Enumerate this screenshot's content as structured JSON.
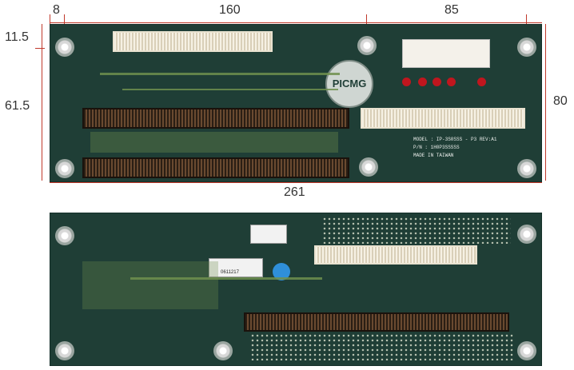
{
  "dimensions": {
    "top_left_margin": "8",
    "top_width_left": "160",
    "top_width_right": "85",
    "left_top": "11.5",
    "left_middle": "61.5",
    "right_height": "80",
    "bottom_width": "261"
  },
  "board_top": {
    "logo_text": "PICMG",
    "label_model": "MODEL : IP-3S0SSS - P3 REV:A1",
    "label_pn": "P/N : 1H0P3SSSSS",
    "label_made": "MADE IN TAIWAN"
  },
  "board_bottom": {
    "sticker_code": "0611217"
  },
  "colors": {
    "pcb": "#1f3e36",
    "dimension_line": "#c0392b",
    "led": "#c0161e"
  }
}
